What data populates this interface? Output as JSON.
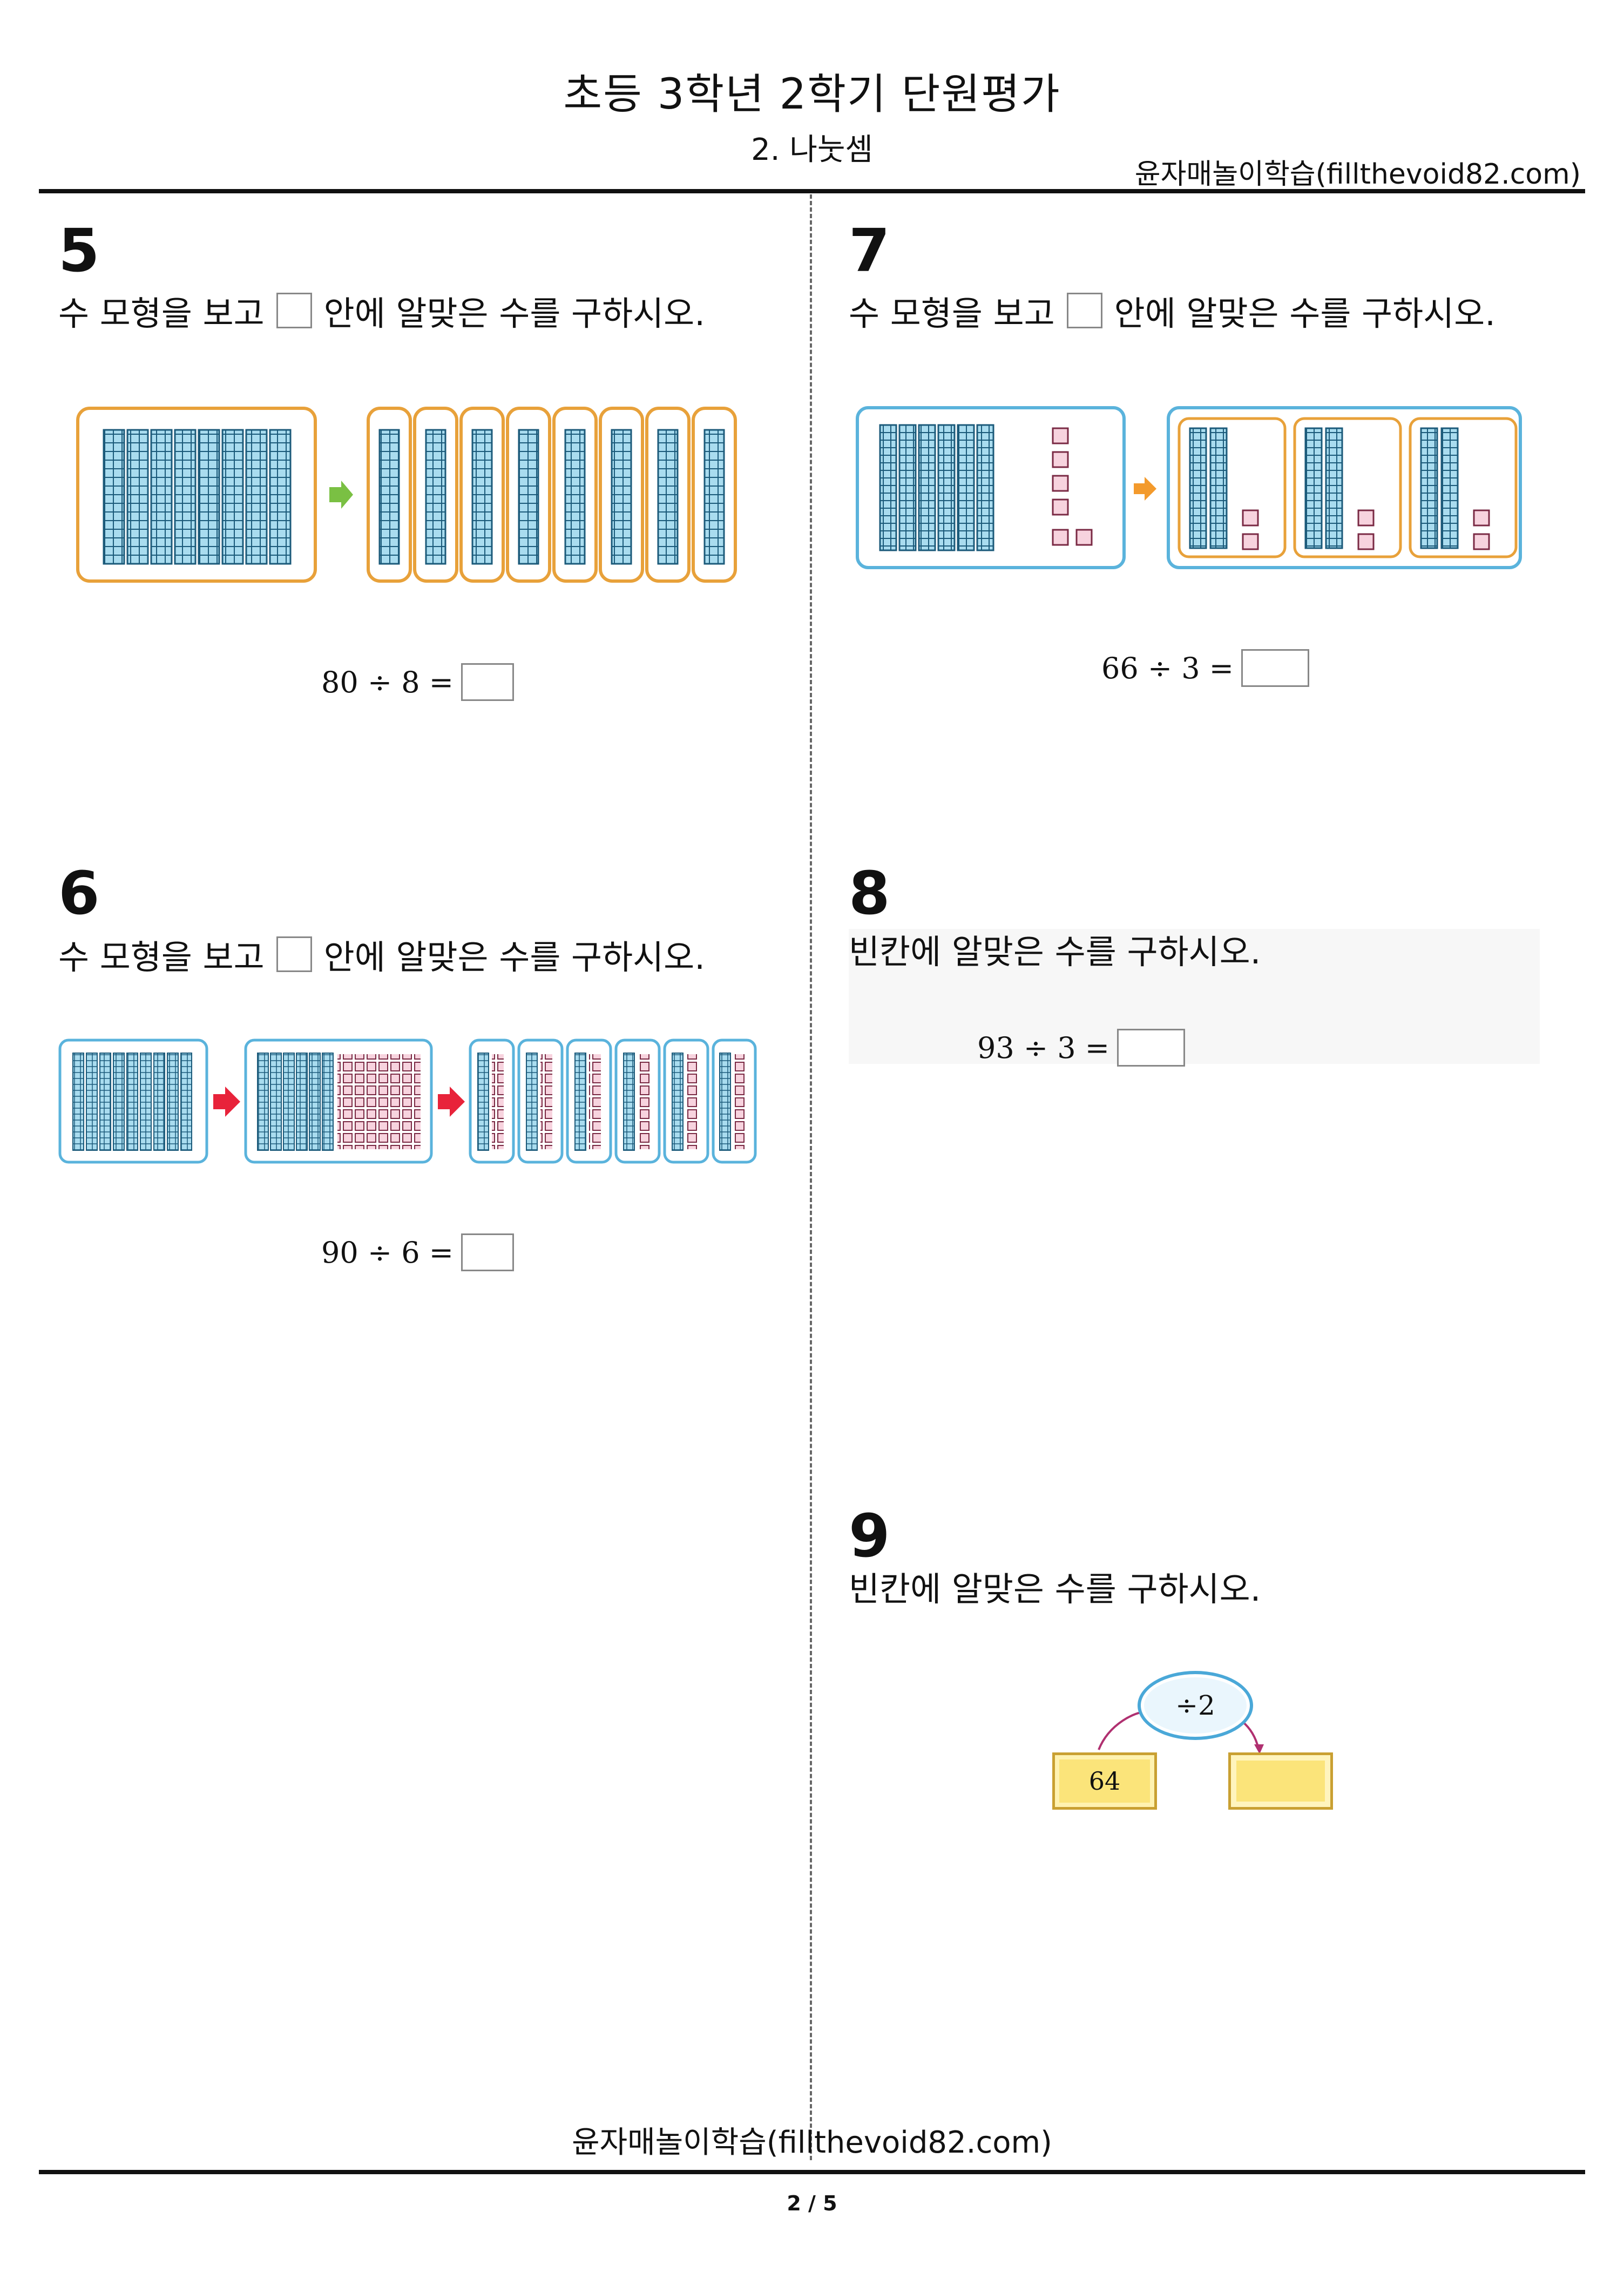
{
  "header": {
    "title": "초등 3학년 2학기 단원평가",
    "subtitle": "2. 나눗셈",
    "site": "윤자매놀이학습(fillthevoid82.com)"
  },
  "questions": [
    {
      "number": "5",
      "text_before": "수 모형을 보고",
      "text_after": "안에 알맞은 수를 구하시오.",
      "equation": "80 ÷ 8 ="
    },
    {
      "number": "6",
      "text_before": "수 모형을 보고",
      "text_after": "안에 알맞은 수를 구하시오.",
      "equation": "90 ÷ 6 ="
    },
    {
      "number": "7",
      "text_before": "수 모형을 보고",
      "text_after": "안에 알맞은 수를 구하시오.",
      "equation": "66 ÷ 3 ="
    },
    {
      "number": "8",
      "text": "빈칸에 알맞은 수를 구하시오.",
      "equation": "93 ÷ 3 ="
    },
    {
      "number": "9",
      "text": "빈칸에 알맞은 수를 구하시오.",
      "operator": "÷2",
      "start_value": "64"
    }
  ],
  "footer": {
    "site": "윤자매놀이학습(fillthevoid82.com)",
    "page": "2 / 5"
  },
  "colors": {
    "cube_fill": "#a9dcef",
    "cube_stroke": "#1b5a7a",
    "unit_cube_fill": "#f7d3de",
    "orange_border": "#e8a13a",
    "blue_border": "#5ab3dc",
    "green_arrow": "#7ac043",
    "red_arrow": "#e8233a",
    "orange_arrow": "#f39a2c",
    "yellow_box": "#fbe47a"
  }
}
